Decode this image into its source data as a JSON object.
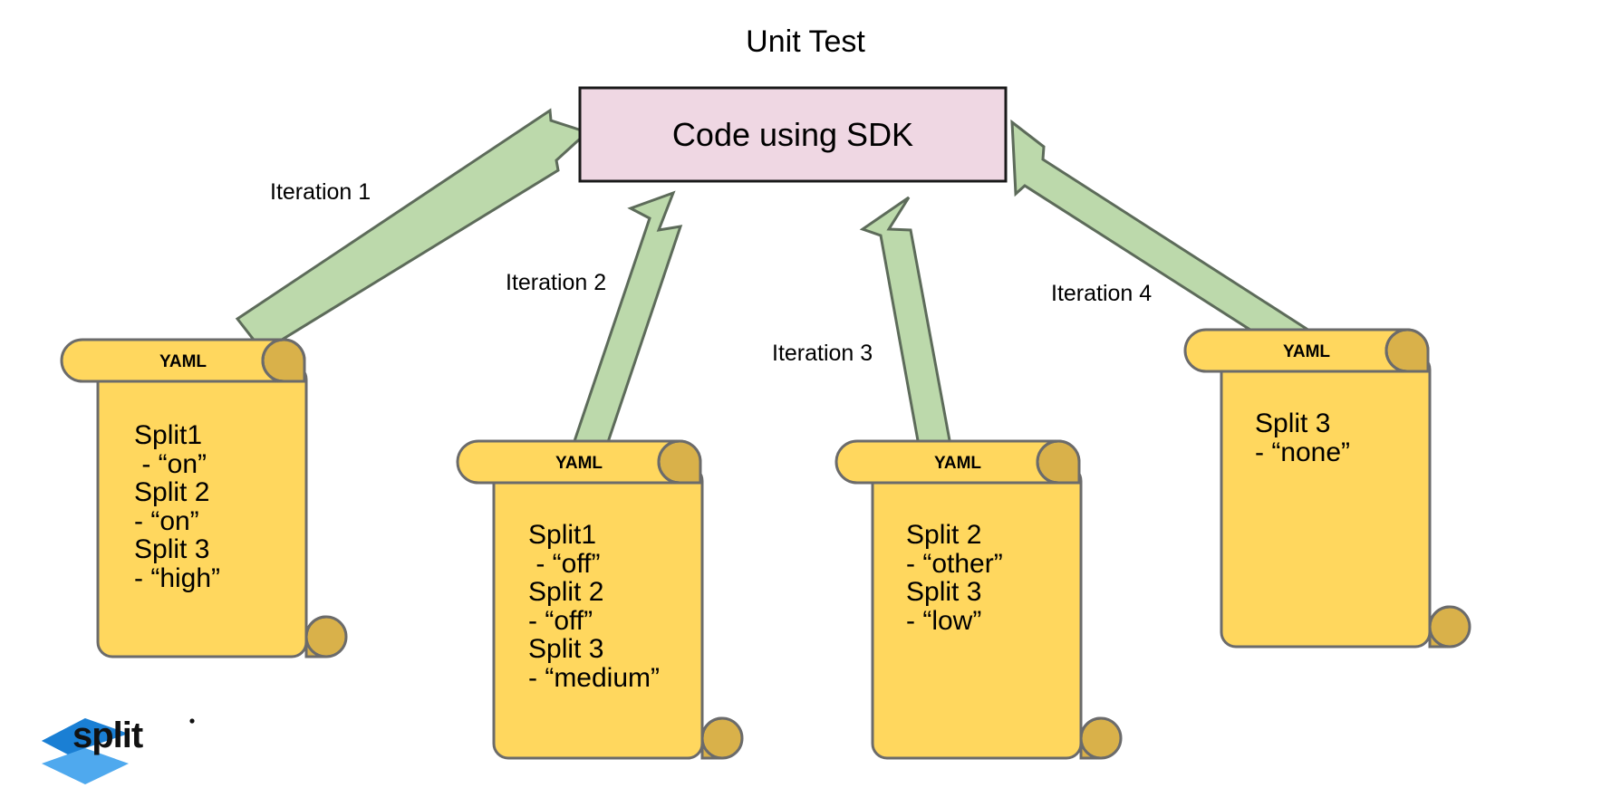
{
  "diagram": {
    "title": "Unit Test",
    "center_box": {
      "label": "Code using SDK",
      "fill": "#efd7e3",
      "stroke": "#1a1a1a"
    },
    "arrow_style": {
      "fill": "#bcd9ab",
      "stroke": "#5d6b5a"
    },
    "scroll_style": {
      "fill": "#ffd75e",
      "stroke": "#6b6b6b",
      "curl_fill": "#d9b14a"
    },
    "edges": [
      {
        "label": "Iteration 1"
      },
      {
        "label": "Iteration 2"
      },
      {
        "label": "Iteration 3"
      },
      {
        "label": "Iteration 4"
      }
    ],
    "scrolls": [
      {
        "header": "YAML",
        "lines": "Split1\n - “on”\nSplit 2\n- “on”\nSplit 3\n- “high”"
      },
      {
        "header": "YAML",
        "lines": "Split1\n - “off”\nSplit 2\n- “off”\nSplit 3\n- “medium”"
      },
      {
        "header": "YAML",
        "lines": "Split 2\n- “other”\nSplit 3\n- “low”"
      },
      {
        "header": "YAML",
        "lines": "Split 3\n- “none”"
      }
    ],
    "logo": {
      "wordmark": "split",
      "mark_color_dark": "#1a7fd4",
      "mark_color_light": "#4fa9ee"
    }
  }
}
